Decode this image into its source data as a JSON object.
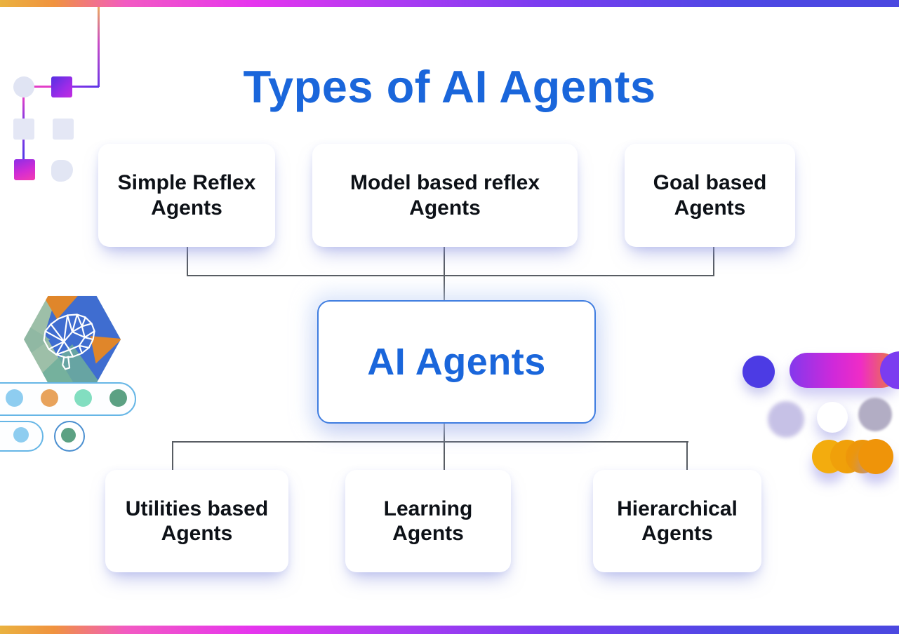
{
  "page": {
    "title": "Types of AI Agents"
  },
  "diagram": {
    "root": {
      "label": "AI Agents"
    },
    "top_row": [
      {
        "lines": [
          "Simple Reflex",
          "Agents"
        ]
      },
      {
        "lines": [
          "Model based reflex",
          "Agents"
        ]
      },
      {
        "lines": [
          "Goal based",
          "Agents"
        ]
      }
    ],
    "bottom_row": [
      {
        "lines": [
          "Utilities based",
          "Agents"
        ]
      },
      {
        "lines": [
          "Learning",
          "Agents"
        ]
      },
      {
        "lines": [
          "Hierarchical",
          "Agents"
        ]
      }
    ]
  },
  "colors": {
    "title_text": "#1a66db",
    "root_text": "#1a66db",
    "root_border": "#3f7de0",
    "node_text": "#0d1117",
    "connector": "#585d63",
    "edge_bar_gradient": [
      "#eab23f",
      "#f25ac2",
      "#e635ee",
      "#8a3bf0",
      "#4d48e4"
    ],
    "decoration_orange": "#ef9409",
    "decoration_indigo": "#4c3be4",
    "decoration_magenta": "#ee2cc8"
  }
}
